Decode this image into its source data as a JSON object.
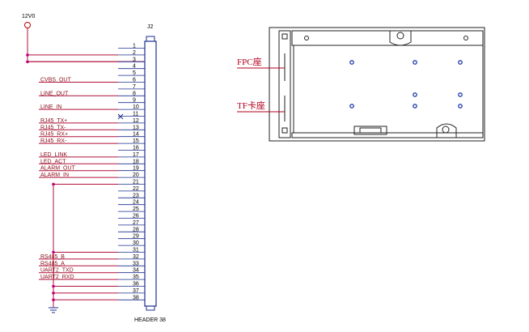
{
  "schematic": {
    "power_label": "12V0",
    "ref": "J2",
    "part": "HEADER 38",
    "pins": [
      "1",
      "2",
      "3",
      "4",
      "5",
      "6",
      "7",
      "8",
      "9",
      "10",
      "11",
      "12",
      "13",
      "14",
      "15",
      "16",
      "17",
      "18",
      "19",
      "20",
      "21",
      "22",
      "23",
      "24",
      "25",
      "26",
      "27",
      "28",
      "29",
      "30",
      "31",
      "32",
      "33",
      "34",
      "35",
      "36",
      "37",
      "38"
    ],
    "nets": [
      {
        "pin": 6,
        "name": "CVBS_OUT"
      },
      {
        "pin": 8,
        "name": "LINE_OUT"
      },
      {
        "pin": 10,
        "name": "LINE_IN"
      },
      {
        "pin": 12,
        "name": "RJ45_TX+"
      },
      {
        "pin": 13,
        "name": "RJ45_TX-"
      },
      {
        "pin": 14,
        "name": "RJ45_RX+"
      },
      {
        "pin": 15,
        "name": "RJ45_RX-"
      },
      {
        "pin": 17,
        "name": "LED_LINK"
      },
      {
        "pin": 18,
        "name": "LED_ACT"
      },
      {
        "pin": 19,
        "name": "ALARM_OUT"
      },
      {
        "pin": 20,
        "name": "ALARM_IN"
      },
      {
        "pin": 32,
        "name": "RS485_B"
      },
      {
        "pin": 33,
        "name": "RS485_A"
      },
      {
        "pin": 34,
        "name": "UART2_TXD"
      },
      {
        "pin": 35,
        "name": "UART2_RXD"
      }
    ]
  },
  "mechanical": {
    "fpc_label": "FPC座",
    "tf_label": "TF卡座"
  },
  "colors": {
    "wire": "#b0103a",
    "body": "#1d2f8f",
    "junction": "#c0007a",
    "power": "#c00000",
    "drawing": "#222222",
    "hole": "#1f3aa8"
  }
}
